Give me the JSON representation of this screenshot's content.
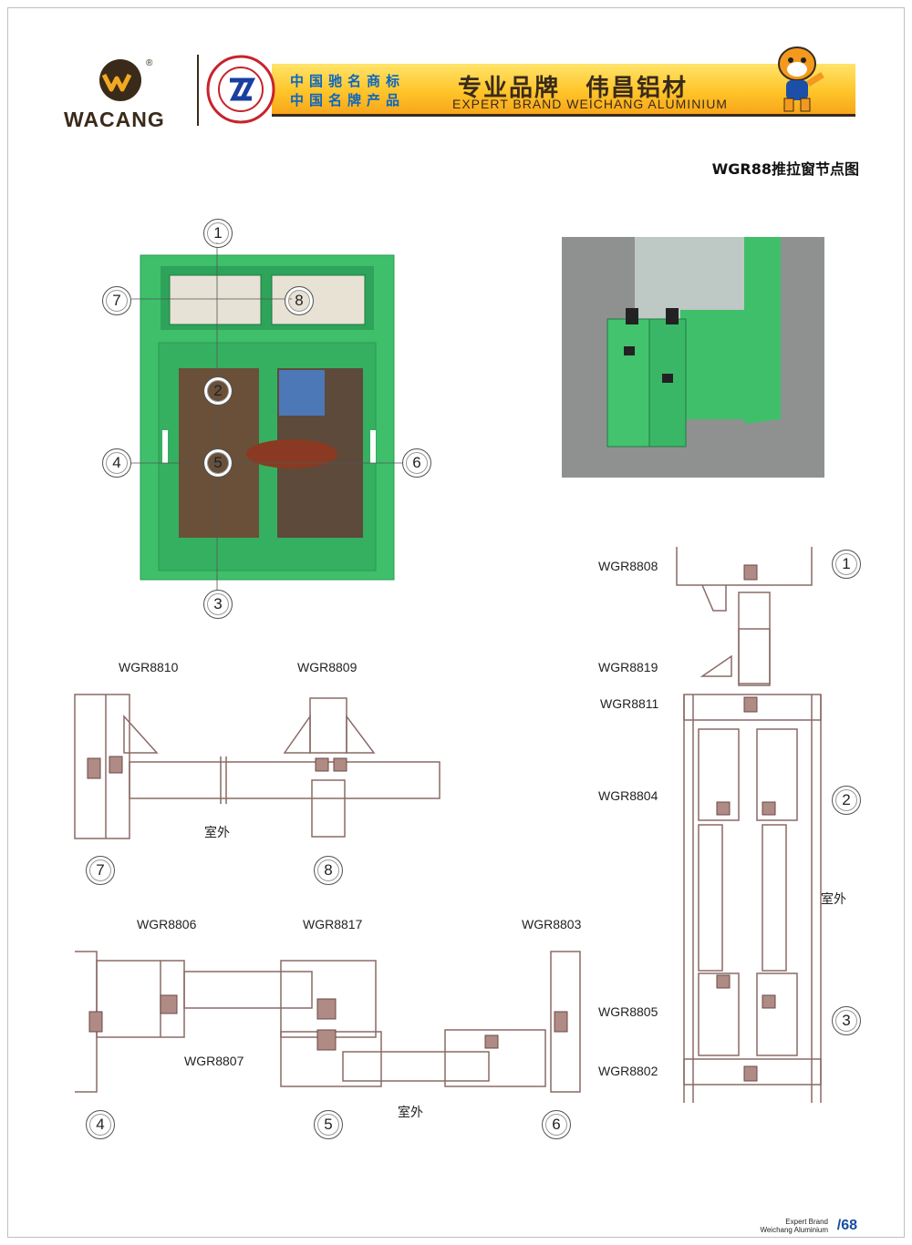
{
  "brand": {
    "name": "WACANG",
    "reg": "®"
  },
  "banner": {
    "line1": "中国驰名商标",
    "line2": "中国名牌产品",
    "slogan": "专业品牌　伟昌铝材",
    "slogan_en": "EXPERT BRAND WEICHANG ALUMINIUM"
  },
  "page_title": "WGR88推拉窗节点图",
  "window_callouts": [
    "1",
    "2",
    "3",
    "4",
    "5",
    "6",
    "7",
    "8"
  ],
  "section_right": {
    "labels": [
      "WGR8808",
      "WGR8819",
      "WGR8811",
      "WGR8804",
      "WGR8805",
      "WGR8802"
    ],
    "circles": [
      "1",
      "2",
      "3"
    ],
    "outdoor": "室外"
  },
  "section_top": {
    "labels": [
      "WGR8810",
      "WGR8809"
    ],
    "circles": [
      "7",
      "8"
    ],
    "outdoor": "室外"
  },
  "section_bottom": {
    "labels": [
      "WGR8806",
      "WGR8817",
      "WGR8803",
      "WGR8807"
    ],
    "circles": [
      "4",
      "5",
      "6"
    ],
    "outdoor": "室外"
  },
  "footer": {
    "line1": "Expert Brand",
    "line2": "Weichang Aluminium",
    "page": "/68"
  },
  "colors": {
    "frame_green": "#3fbf6a",
    "profile_line": "#8a6a66",
    "gasket": "#b08a84",
    "banner_gold": "#ffc52a",
    "brand_brown": "#3a2a1a"
  }
}
